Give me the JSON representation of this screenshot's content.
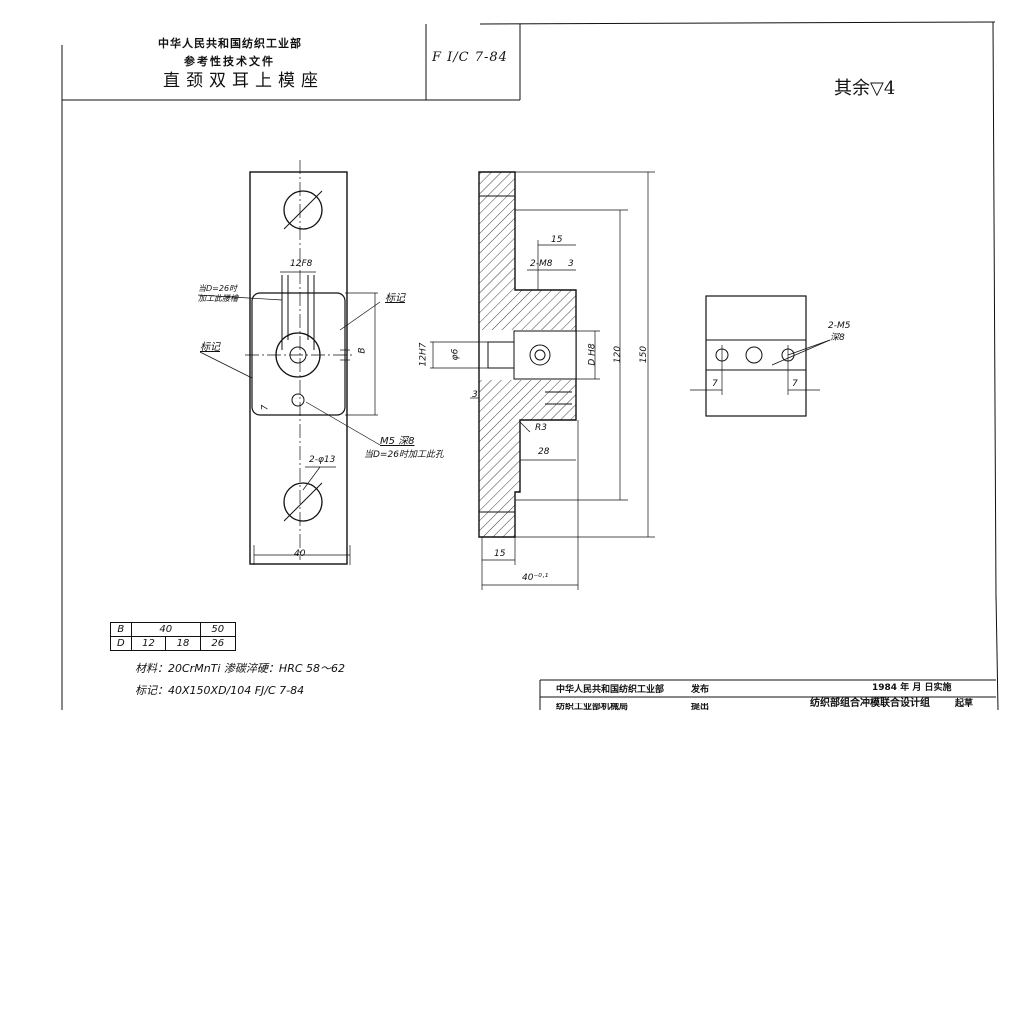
{
  "title_block": {
    "org": "中华人民共和国纺织工业部",
    "doc_type": "参考性技术文件",
    "title": "直颈双耳上模座",
    "code": "F I/C  7-84"
  },
  "roughness_note": "其余▽4",
  "front_view": {
    "note_d26_slot": "当D=26时\n加工此腰槽",
    "label_mark_right": "标记",
    "label_mark_left": "标记",
    "dim_12f8": "12F8",
    "dim_b": "B",
    "dim_7": "7",
    "note_m5": "M5 深8",
    "note_d26_hole": "当D=26时加工此孔",
    "dim_2phi13": "2-φ13",
    "dim_40": "40"
  },
  "section_view": {
    "dim_15_top": "15",
    "dim_2m8": "2-M8",
    "dim_3_top": "3",
    "dim_12h7": "12H7",
    "dim_phi6": "φ6",
    "dim_dh8": "D H8",
    "dim_120": "120",
    "dim_150": "150",
    "dim_3_left": "3",
    "dim_r3": "R3",
    "dim_28": "28",
    "dim_15_bottom": "15",
    "dim_40_tol": "40⁻⁰·¹"
  },
  "side_view": {
    "note_2m5": "2-M5",
    "note_depth": "深8",
    "dim_7_left": "7",
    "dim_7_right": "7"
  },
  "spec_table": {
    "rows": [
      [
        "B",
        "40",
        "",
        "50"
      ],
      [
        "D",
        "12",
        "18",
        "26"
      ]
    ]
  },
  "material_line": "材料：20CrMnTi    渗碳淬硬：HRC 58～62",
  "marking_line": "标记：40X150XD/104    FJ/C 7-84",
  "footer": {
    "ministry": "中华人民共和国纺织工业部",
    "release": "发布",
    "date": "1984 年  月  日实施",
    "team": "纺织部组合冲模联合设计组",
    "draft": "起草",
    "ministry2": "纺织工业部机械局",
    "propose": "提出"
  }
}
